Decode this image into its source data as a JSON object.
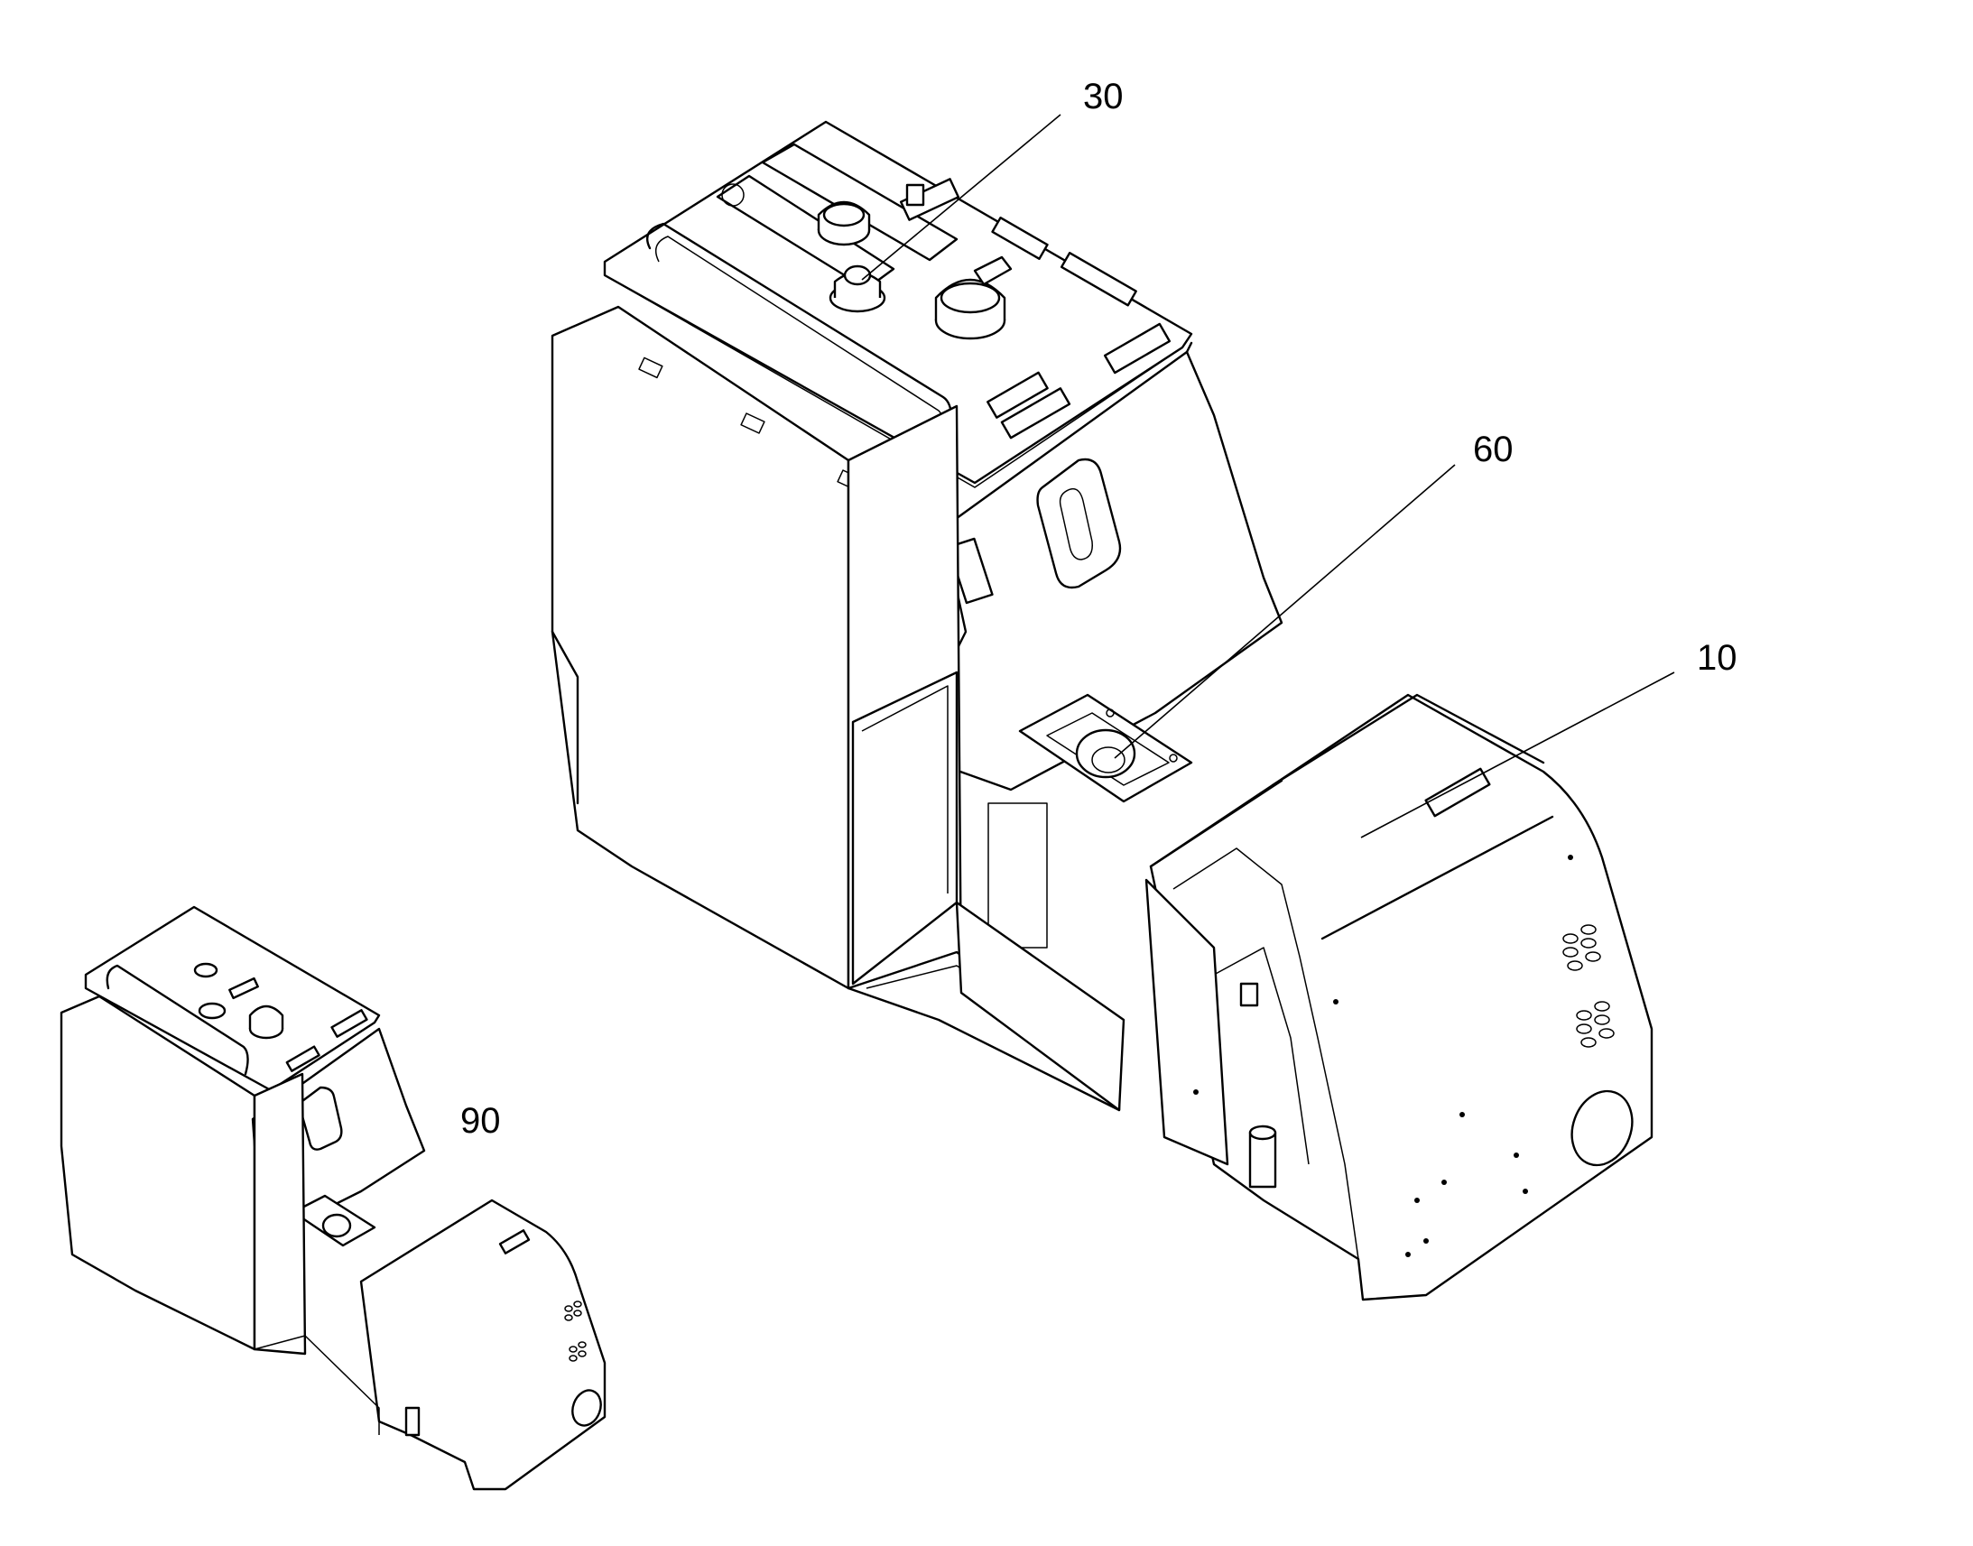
{
  "diagram": {
    "type": "exploded parts illustration",
    "callouts": [
      {
        "id": "30",
        "label": "30"
      },
      {
        "id": "60",
        "label": "60"
      },
      {
        "id": "10",
        "label": "10"
      },
      {
        "id": "90",
        "label": "90"
      }
    ]
  }
}
